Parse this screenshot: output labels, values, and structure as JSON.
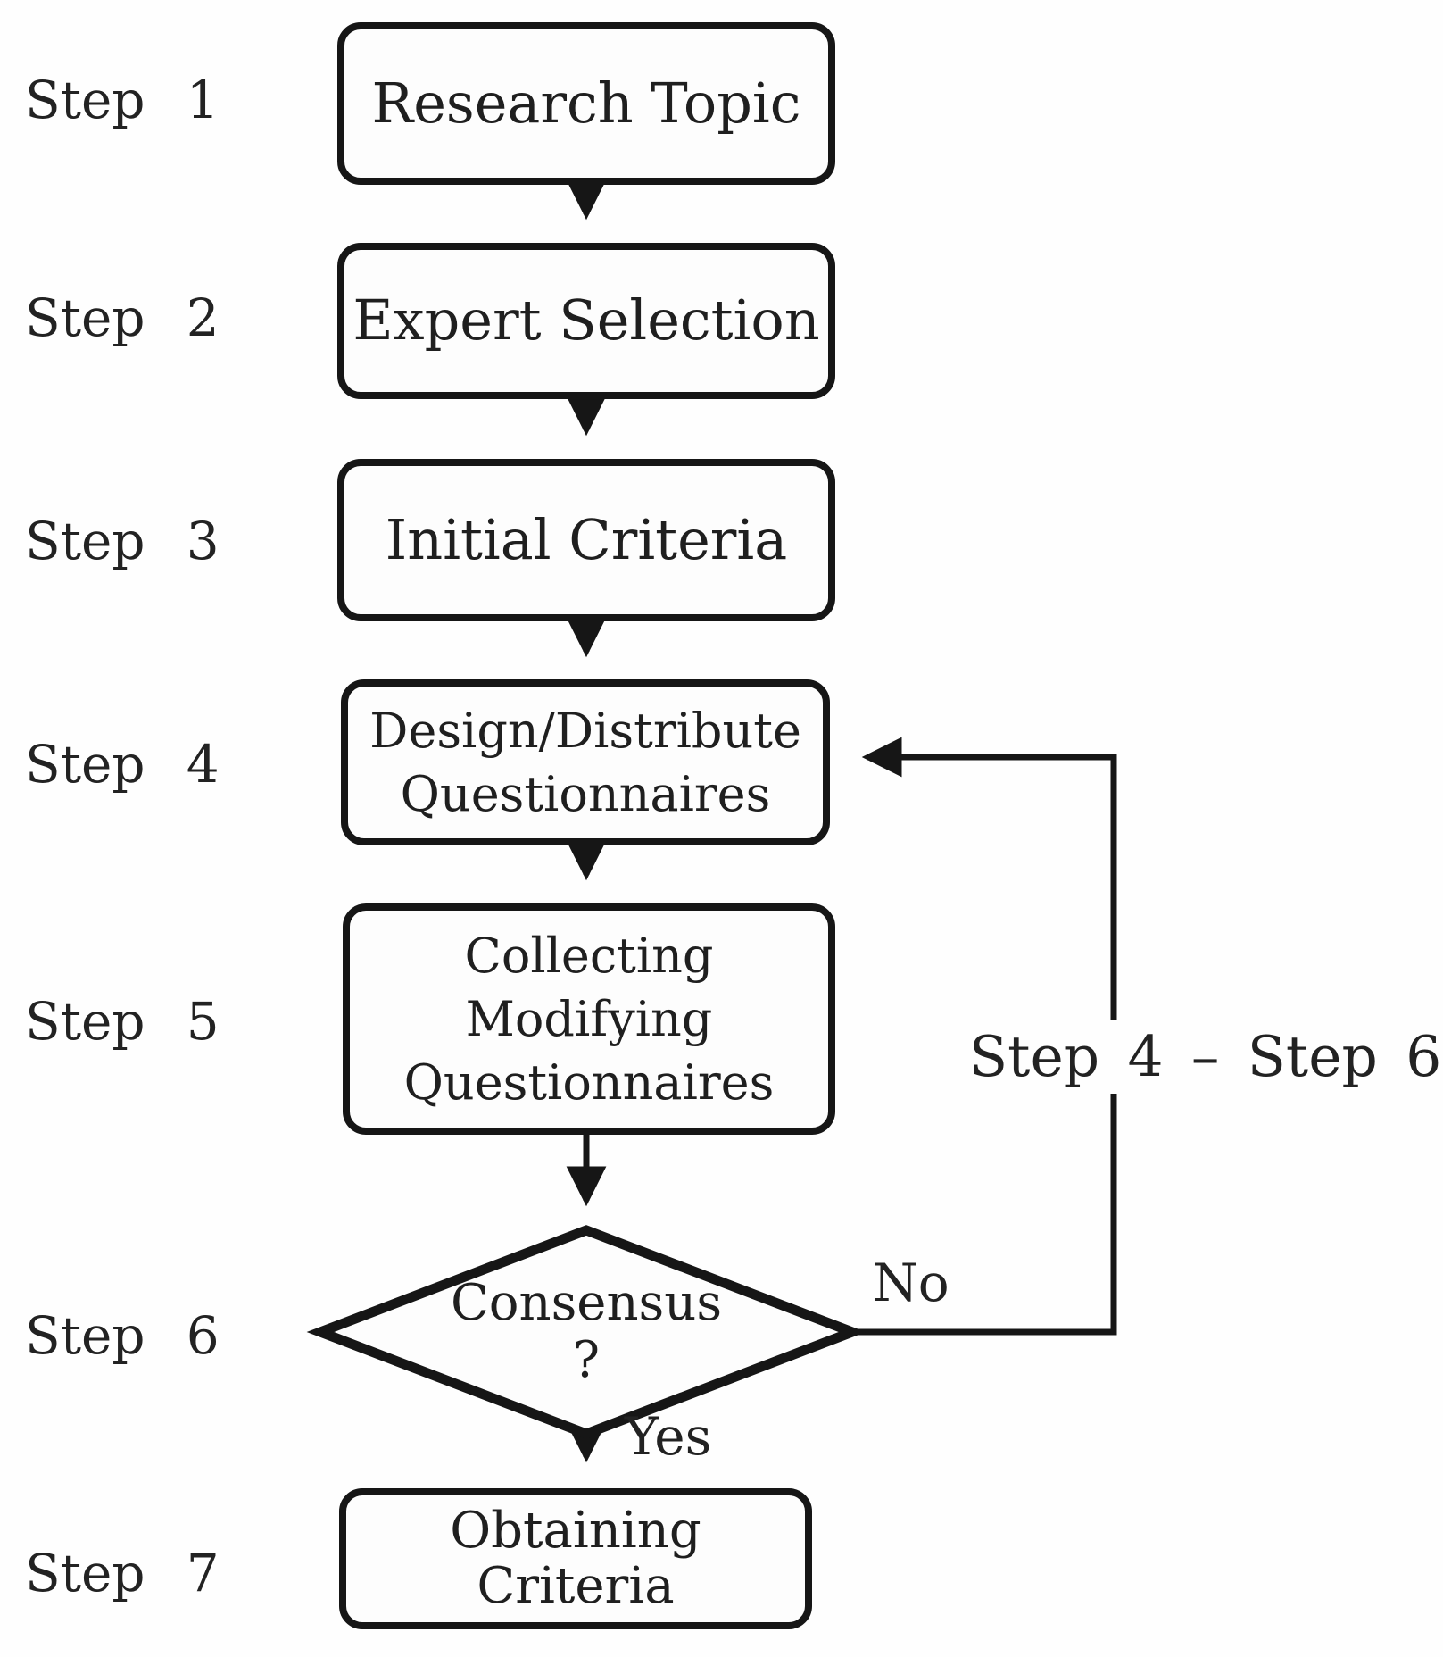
{
  "palette": {
    "ink": "#161616",
    "paper": "#fefefe",
    "text": "#1f1f1f"
  },
  "step_labels": [
    "Step 1",
    "Step 2",
    "Step 3",
    "Step 4",
    "Step 5",
    "Step 6",
    "Step 7"
  ],
  "nodes": {
    "research_topic": "Research Topic",
    "expert_selection": "Expert Selection",
    "initial_criteria": "Initial Criteria",
    "design_distribute": [
      "Design/Distribute",
      "Questionnaires"
    ],
    "collecting_modifying": [
      "Collecting",
      "Modifying",
      "Questionnaires"
    ],
    "consensus": [
      "Consensus",
      "?"
    ],
    "obtaining_criteria": "Obtaining Criteria"
  },
  "edge_labels": {
    "no": "No",
    "yes": "Yes",
    "loop_range": "Step 4 – Step 6"
  }
}
